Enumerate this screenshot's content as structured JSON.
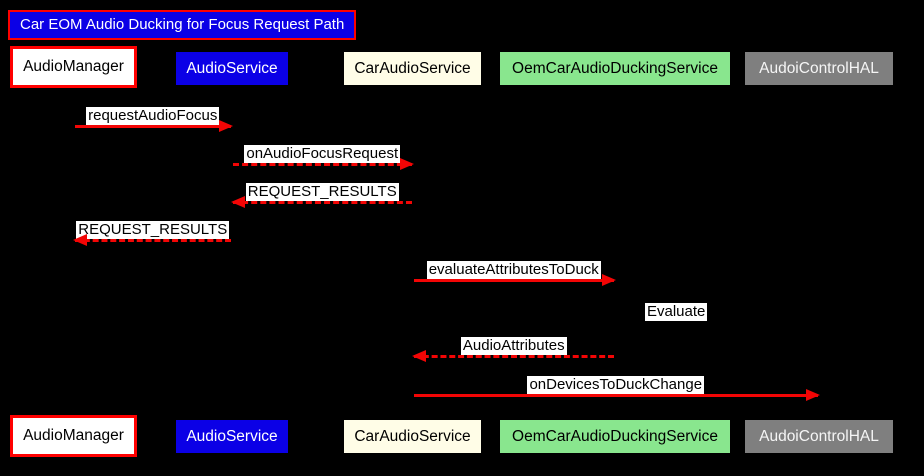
{
  "diagram": {
    "title": "Car EOM Audio Ducking for Focus Request Path",
    "colors": {
      "background": "#000000",
      "arrow": "#f30505",
      "title_bg": "#0b00e6",
      "title_text": "#ffffff",
      "title_border": "#ff0000",
      "message_label_bg": "#ffffff",
      "message_label_text": "#000000"
    },
    "participants": [
      {
        "name": "AudioManager",
        "bg": "#ffffff",
        "text": "#000000",
        "border": "#ff0000"
      },
      {
        "name": "AudioService",
        "bg": "#0b00e6",
        "text": "#ffffff",
        "border": null
      },
      {
        "name": "CarAudioService",
        "bg": "#fffde7",
        "text": "#000000",
        "border": null
      },
      {
        "name": "OemCarAudioDuckingService",
        "bg": "#89e68e",
        "text": "#000000",
        "border": null
      },
      {
        "name": "AudoiControlHAL",
        "bg": "#7f7f7f",
        "text": "#f5f5f5",
        "border": null
      }
    ],
    "messages": [
      {
        "label": "requestAudioFocus",
        "from": "AudioManager",
        "to": "AudioService",
        "line": "solid"
      },
      {
        "label": "onAudioFocusRequest",
        "from": "AudioService",
        "to": "CarAudioService",
        "line": "dashed"
      },
      {
        "label": "REQUEST_RESULTS",
        "from": "CarAudioService",
        "to": "AudioService",
        "line": "dashed"
      },
      {
        "label": "REQUEST_RESULTS",
        "from": "AudioService",
        "to": "AudioManager",
        "line": "dashed"
      },
      {
        "label": "evaluateAttributesToDuck",
        "from": "CarAudioService",
        "to": "OemCarAudioDuckingService",
        "line": "solid"
      },
      {
        "label": "Evaluate",
        "from": "OemCarAudioDuckingService",
        "to": "OemCarAudioDuckingService",
        "line": "self"
      },
      {
        "label": "AudioAttributes",
        "from": "OemCarAudioDuckingService",
        "to": "CarAudioService",
        "line": "dashed"
      },
      {
        "label": "onDevicesToDuckChange",
        "from": "CarAudioService",
        "to": "AudoiControlHAL",
        "line": "solid"
      }
    ]
  }
}
